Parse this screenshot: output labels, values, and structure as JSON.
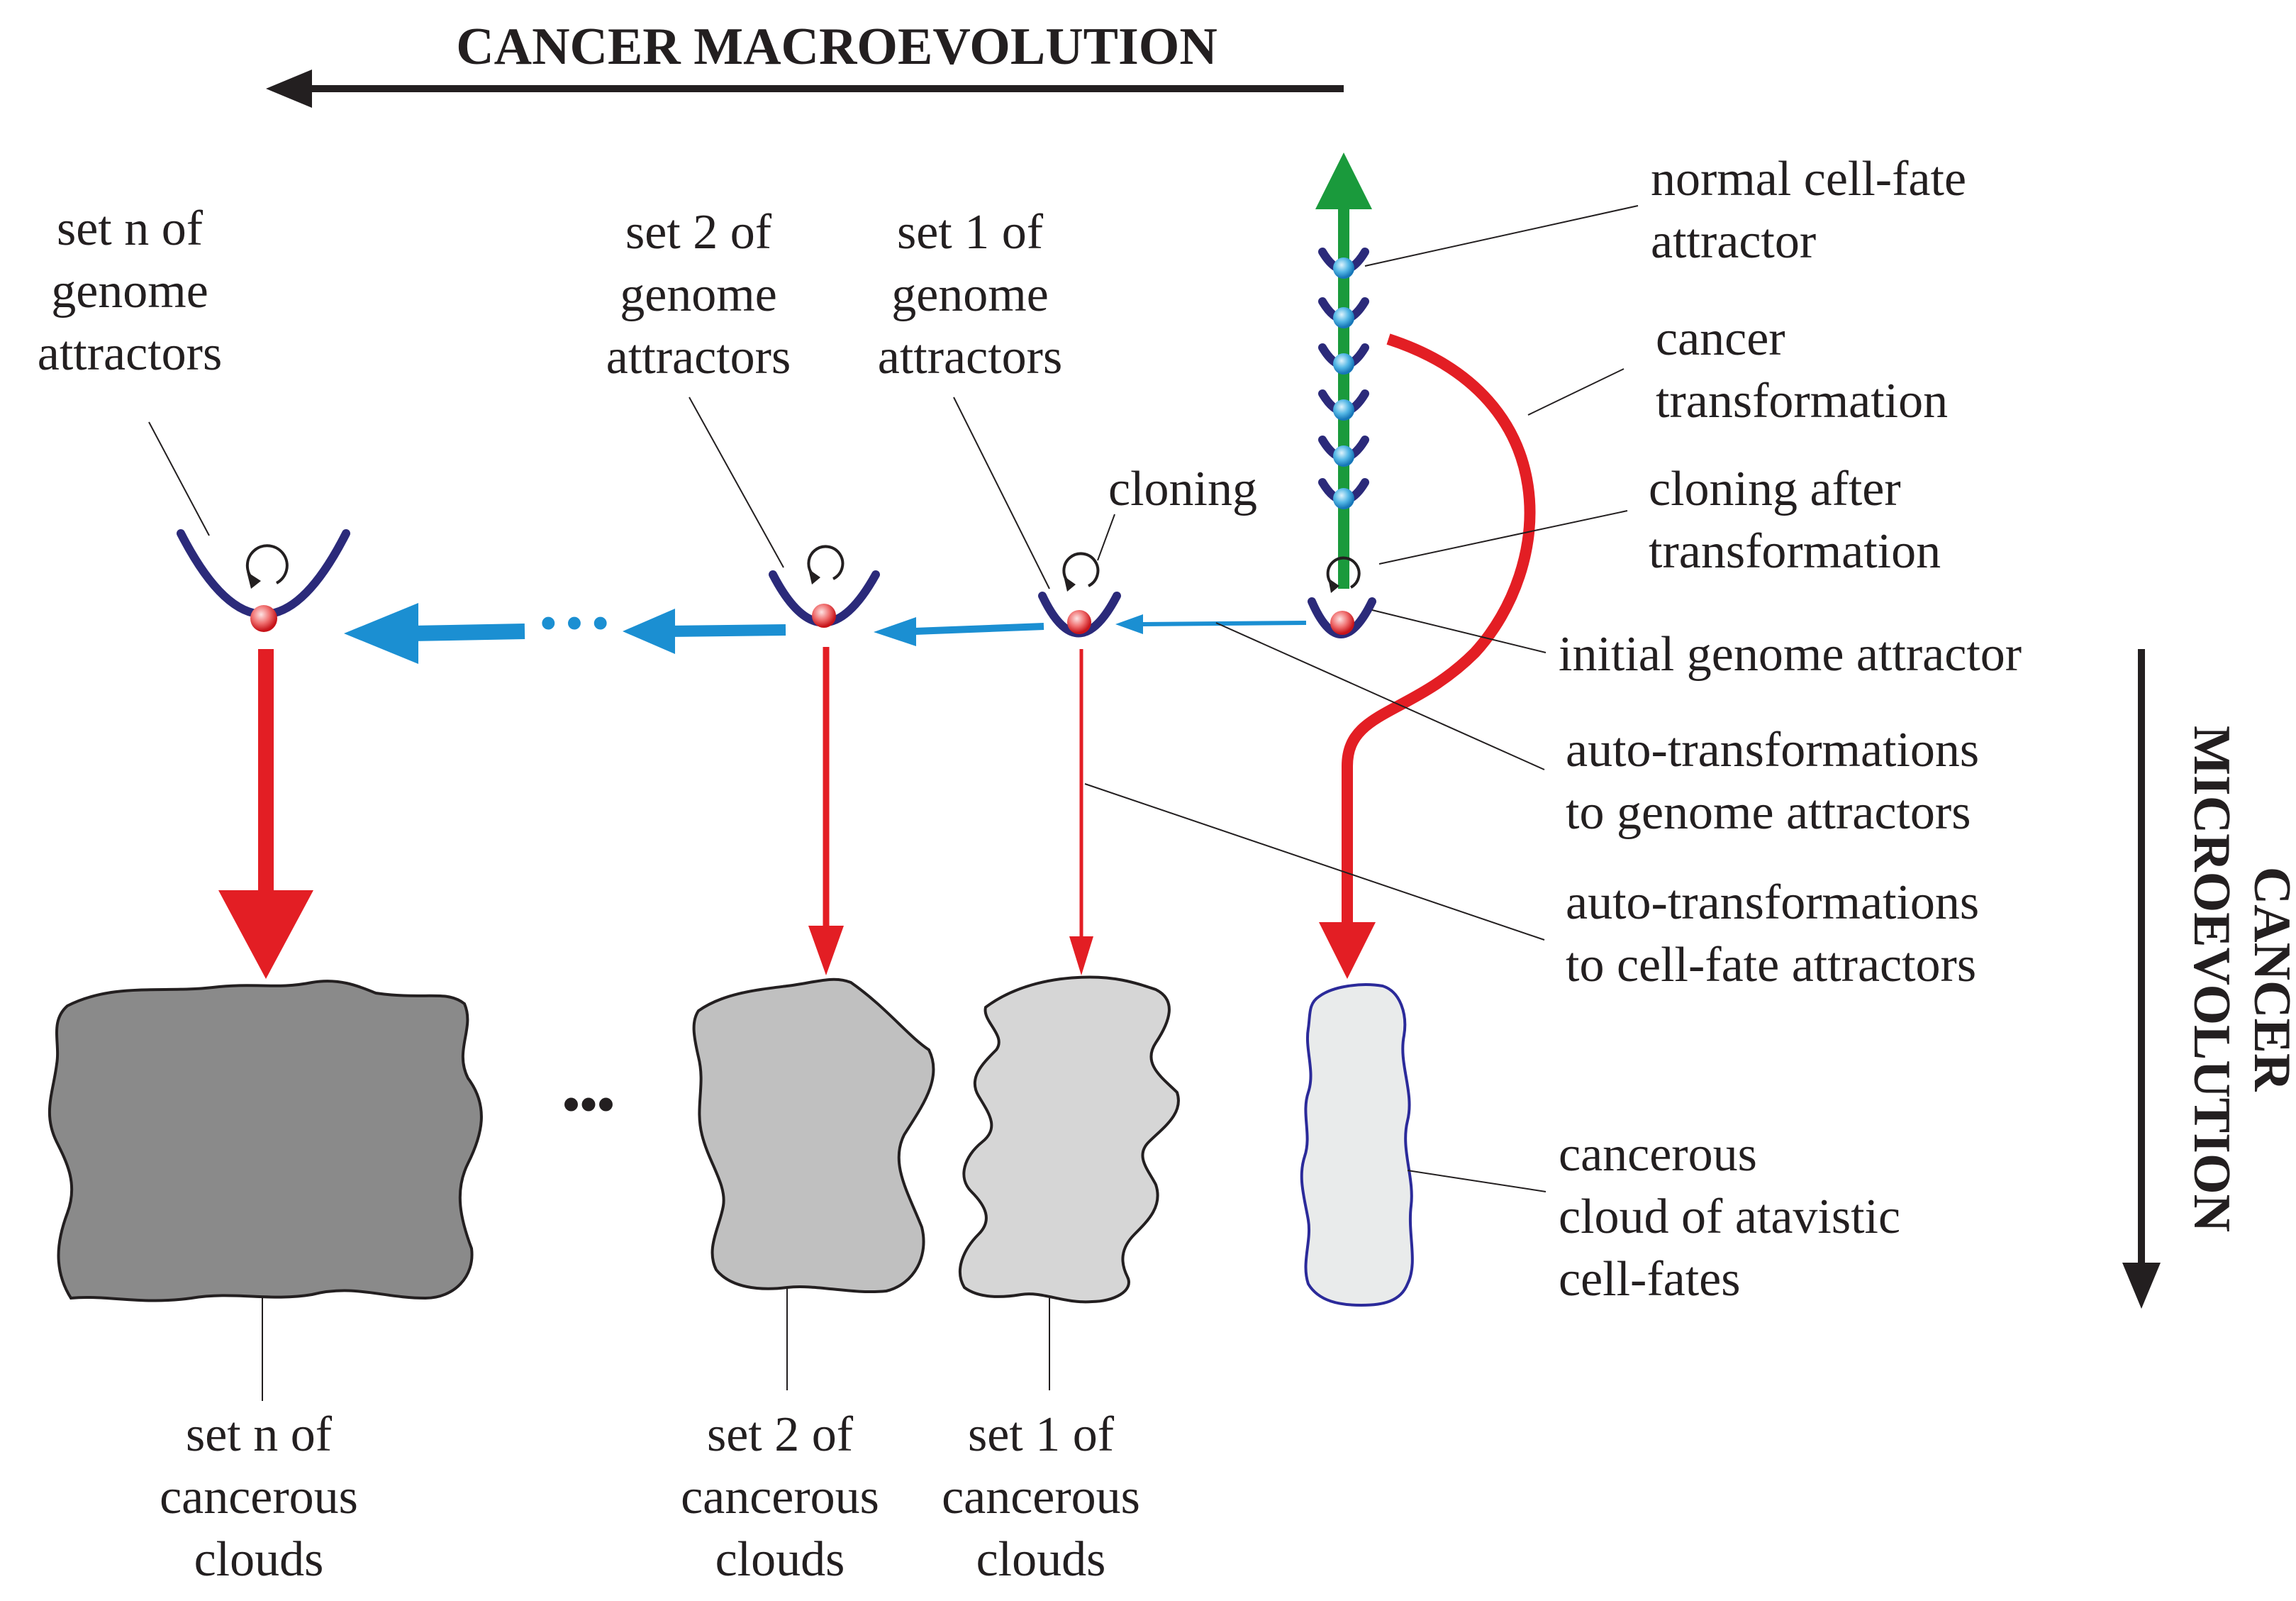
{
  "titles": {
    "macro": "CANCER MACROEVOLUTION",
    "micro_line1": "CANCER",
    "micro_line2": "MICROEVOLUTION"
  },
  "attractor_sets": {
    "set_n": [
      "set n of",
      "genome",
      "attractors"
    ],
    "set_2": [
      "set 2 of",
      "genome",
      "attractors"
    ],
    "set_1": [
      "set 1 of",
      "genome",
      "attractors"
    ]
  },
  "cloud_sets": {
    "set_n": [
      "set n of",
      "cancerous",
      "clouds"
    ],
    "set_2": [
      "set 2 of",
      "cancerous",
      "clouds"
    ],
    "set_1": [
      "set 1 of",
      "cancerous",
      "clouds"
    ]
  },
  "labels": {
    "cloning": "cloning",
    "normal_attractor": [
      "normal cell-fate",
      "attractor"
    ],
    "cancer_transformation": [
      "cancer",
      "transformation"
    ],
    "cloning_after": [
      "cloning after",
      "transformation"
    ],
    "initial_attractor": "initial genome attractor",
    "auto_genome": [
      "auto-transformations",
      "to genome attractors"
    ],
    "auto_cellfate": [
      "auto-transformations",
      "to cell-fate attractors"
    ],
    "atavistic_cloud": [
      "cancerous",
      "cloud of atavistic",
      "cell-fates"
    ]
  },
  "ellipsis": {
    "arrows": "···",
    "clouds": "•••"
  },
  "colors": {
    "red": "#e31e24",
    "blue": "#1b8fd2",
    "green": "#1a9a3c",
    "cup": "#2b2a7a",
    "cloud_n": "#8a8a8a",
    "cloud_2": "#c0c0c0",
    "cloud_1": "#d6d6d6",
    "cloud_atavistic": "#e9ebeb"
  }
}
